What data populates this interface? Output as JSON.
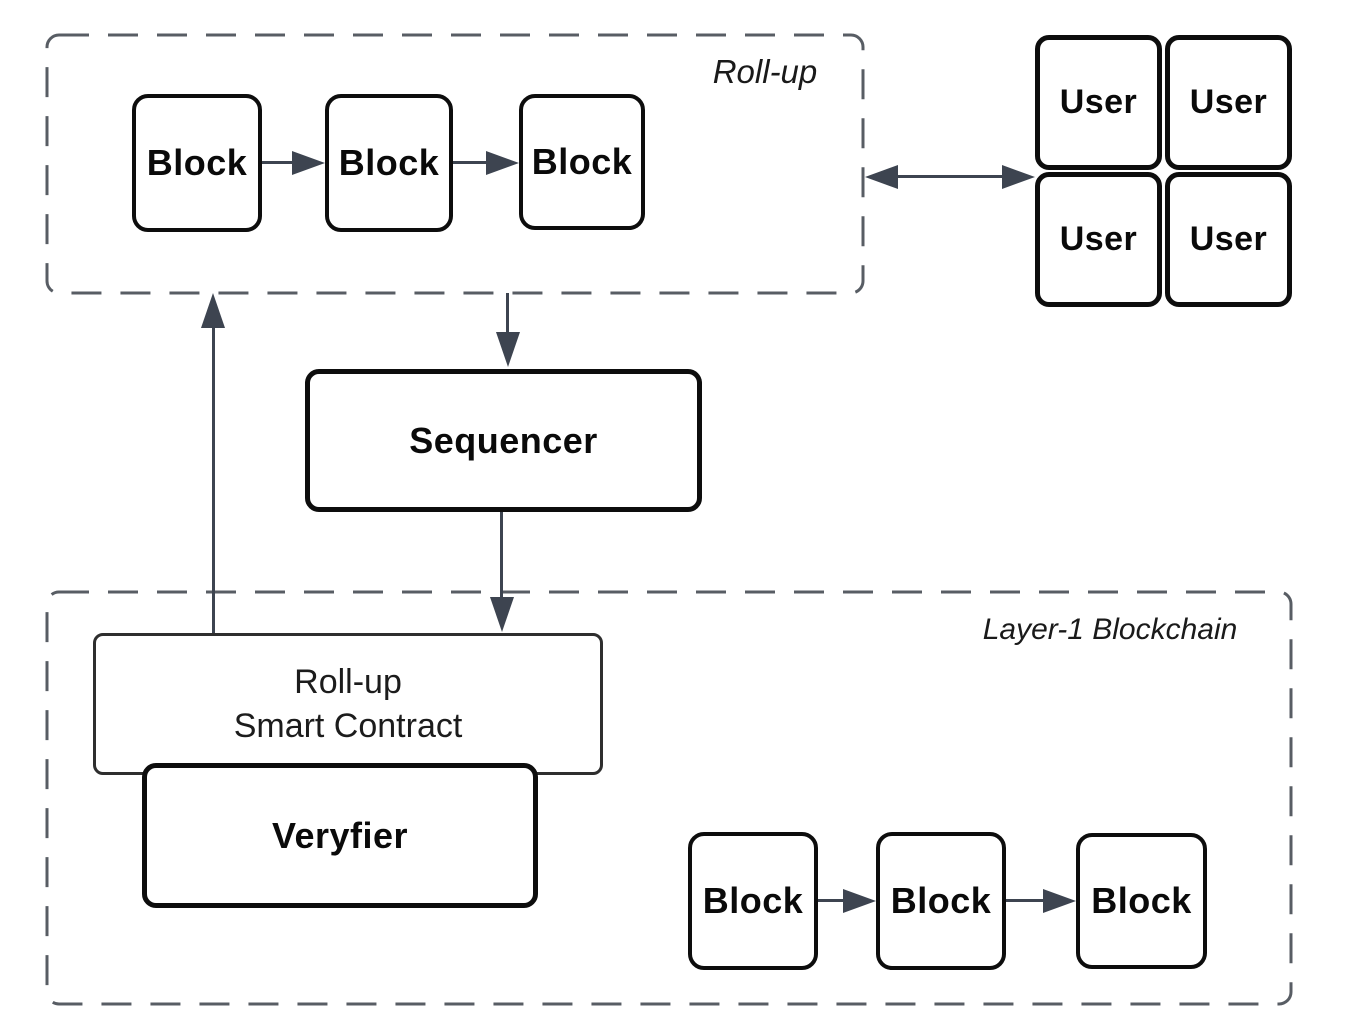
{
  "diagram": {
    "rollup": {
      "label": "Roll-up",
      "blocks": [
        "Block",
        "Block",
        "Block"
      ]
    },
    "users": [
      "User",
      "User",
      "User",
      "User"
    ],
    "sequencer_label": "Sequencer",
    "smart_contract": {
      "line1": "Roll-up",
      "line2": "Smart Contract"
    },
    "verifier_label": "Veryfier",
    "layer1": {
      "label": "Layer-1 Blockchain",
      "blocks": [
        "Block",
        "Block",
        "Block"
      ]
    },
    "colors": {
      "box_border": "#0d0d0d",
      "thin_border": "#2e2e2e",
      "dashed_border": "#585d64",
      "arrow": "#3d4450",
      "text": "#0a0a0a"
    }
  }
}
